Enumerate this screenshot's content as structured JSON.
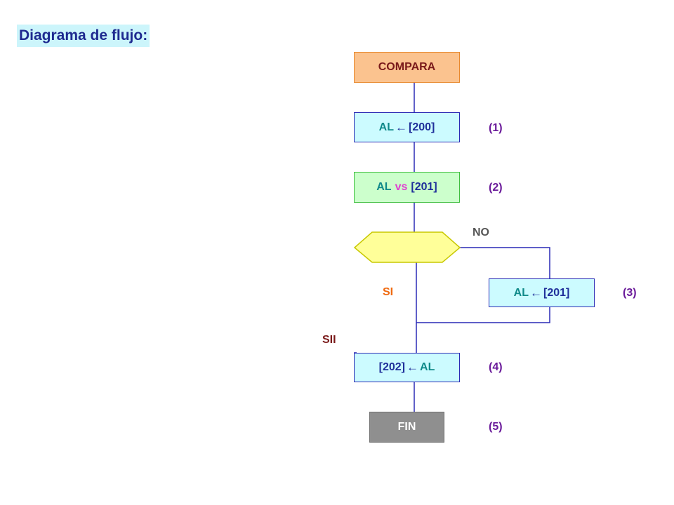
{
  "title": "Diagrama de flujo:",
  "nodes": {
    "compara": {
      "label": "COMPARA"
    },
    "step1": {
      "left": "AL",
      "arrow": "←",
      "right": "[200]",
      "number": "(1)"
    },
    "step2": {
      "left": "AL",
      "middle": "vs",
      "right": "[201]",
      "number": "(2)"
    },
    "step3": {
      "left": "AL",
      "arrow": "←",
      "right": "[201]",
      "number": "(3)"
    },
    "step4": {
      "left": "[202]",
      "arrow": "←",
      "right": "AL",
      "number": "(4)"
    },
    "fin": {
      "label": "FIN",
      "number": "(5)"
    }
  },
  "branches": {
    "no": "NO",
    "si": "SI",
    "sii": "SII"
  },
  "colors": {
    "title_text": "#1e2a90",
    "title_bg": "#ccf5fb",
    "connector": "#2a2ab5",
    "decision_fill": "#ffff99",
    "decision_stroke": "#c8c800",
    "si": "#f06a10",
    "sii": "#7a1a1a",
    "no": "#555555",
    "step_number": "#6a1a9a"
  }
}
